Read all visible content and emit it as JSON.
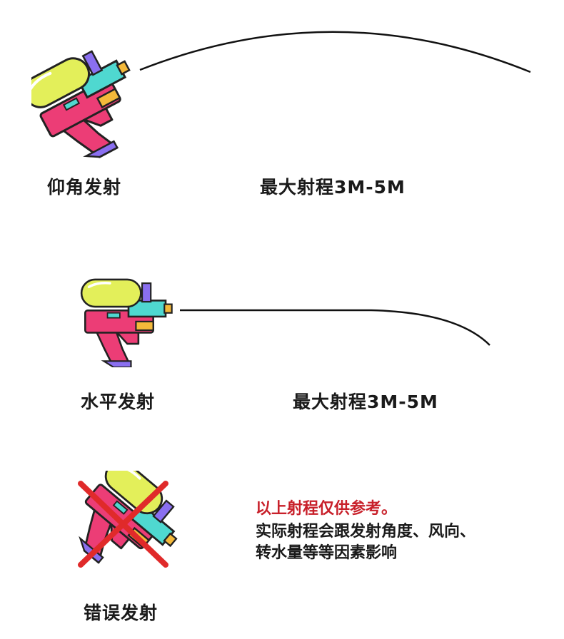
{
  "sections": [
    {
      "label": "仰角发射",
      "range_label": "最大射程3M-5M"
    },
    {
      "label": "水平发射",
      "range_label": "最大射程3M-5M"
    },
    {
      "label": "错误发射"
    }
  ],
  "note": {
    "title": "以上射程仅供参考。",
    "lines": [
      "实际射程会跟发射角度、风向、",
      "转水量等等因素影响"
    ]
  },
  "colors": {
    "tank": "#e3ef5a",
    "body": "#ec3d76",
    "barrel": "#4fd8d0",
    "accent": "#f4b93a",
    "purple": "#8a6ff0",
    "outline": "#222222",
    "cross": "#e02a2a",
    "note_title": "#c8202a"
  },
  "icons": [
    "water-gun-icon",
    "water-gun-icon",
    "water-gun-icon",
    "red-cross-icon"
  ]
}
